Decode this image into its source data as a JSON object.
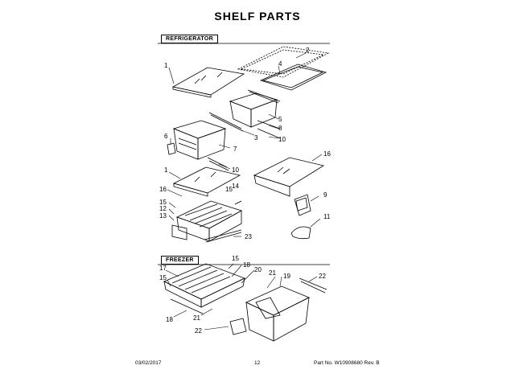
{
  "page": {
    "title": "SHELF PARTS",
    "date": "03/02/2017",
    "page_number": "12",
    "part_info": "Part No. W10908680 Rev. B"
  },
  "sections": {
    "refrigerator": "REFRIGERATOR",
    "freezer": "FREEZER"
  },
  "callouts": {
    "c1": "1",
    "c2": "2",
    "c3": "3",
    "c4": "4",
    "c5": "5",
    "c6": "6",
    "c7": "7",
    "c8": "8",
    "c9": "9",
    "c10a": "10",
    "c10b": "10",
    "c11": "11",
    "c1b": "1",
    "c12": "12",
    "c13": "13",
    "c14": "14",
    "c15a": "15",
    "c15b": "15",
    "c16a": "16",
    "c16b": "16",
    "c23": "23",
    "c15c": "15",
    "c15d": "15",
    "c17": "17",
    "c18a": "18",
    "c18b": "18",
    "c19": "19",
    "c20": "20",
    "c21a": "21",
    "c21b": "21",
    "c22a": "22",
    "c22b": "22"
  }
}
